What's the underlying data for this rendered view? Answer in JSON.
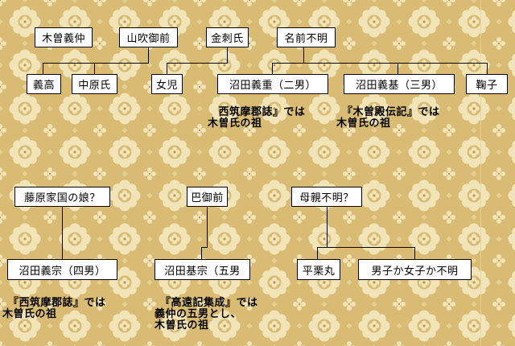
{
  "colors": {
    "background_base": "#d9bb73",
    "background_motif": "#f1e4b8",
    "background_accent": "#bf9a4e",
    "box_background": "#ffffff",
    "box_border": "#000000",
    "connector_line": "#000000",
    "text": "#000000"
  },
  "tree": {
    "boxes": [
      {
        "id": "kiso-yoshinaka",
        "label": "木曽義仲"
      },
      {
        "id": "yamabuki-gozen",
        "label": "山吹御前"
      },
      {
        "id": "kanasashi-shi",
        "label": "金刺氏"
      },
      {
        "id": "namae-fumei",
        "label": "名前不明"
      },
      {
        "id": "yoshitaka",
        "label": "義高"
      },
      {
        "id": "nakahara-shi",
        "label": "中原氏"
      },
      {
        "id": "joji",
        "label": "女児"
      },
      {
        "id": "numata-yoshishige",
        "label": "沼田義重（二男）"
      },
      {
        "id": "numata-yoshimoto",
        "label": "沼田義基（三男）"
      },
      {
        "id": "mariko",
        "label": "鞠子"
      },
      {
        "id": "fujiwara-no-musume",
        "label": "藤原家国の娘？"
      },
      {
        "id": "tomoe-gozen",
        "label": "巴御前"
      },
      {
        "id": "hahaoya-fumei",
        "label": "母親不明？"
      },
      {
        "id": "numata-yoshimune",
        "label": "沼田義宗（四男）"
      },
      {
        "id": "numata-motomune",
        "label": "沼田基宗（五男"
      },
      {
        "id": "hirakurimaru",
        "label": "平栗丸"
      },
      {
        "id": "danshi-fumei",
        "label": "男子か女子か不明"
      }
    ],
    "notes": [
      {
        "id": "nishichikuma-gunshi-top",
        "text": "　西筑摩郡誌』では\n木曽氏の祖"
      },
      {
        "id": "kisodono-denki",
        "text": "　『木曽殿伝記』では\n木曽氏の祖"
      },
      {
        "id": "nishichikuma-gunshi-bottom",
        "text": "　『西筑摩郡誌』では\n木曽氏の祖"
      },
      {
        "id": "takato-ki-shusei",
        "text": "　『高遠記集成』では\n義仲の五男とし、\n木曽氏の祖"
      }
    ]
  }
}
